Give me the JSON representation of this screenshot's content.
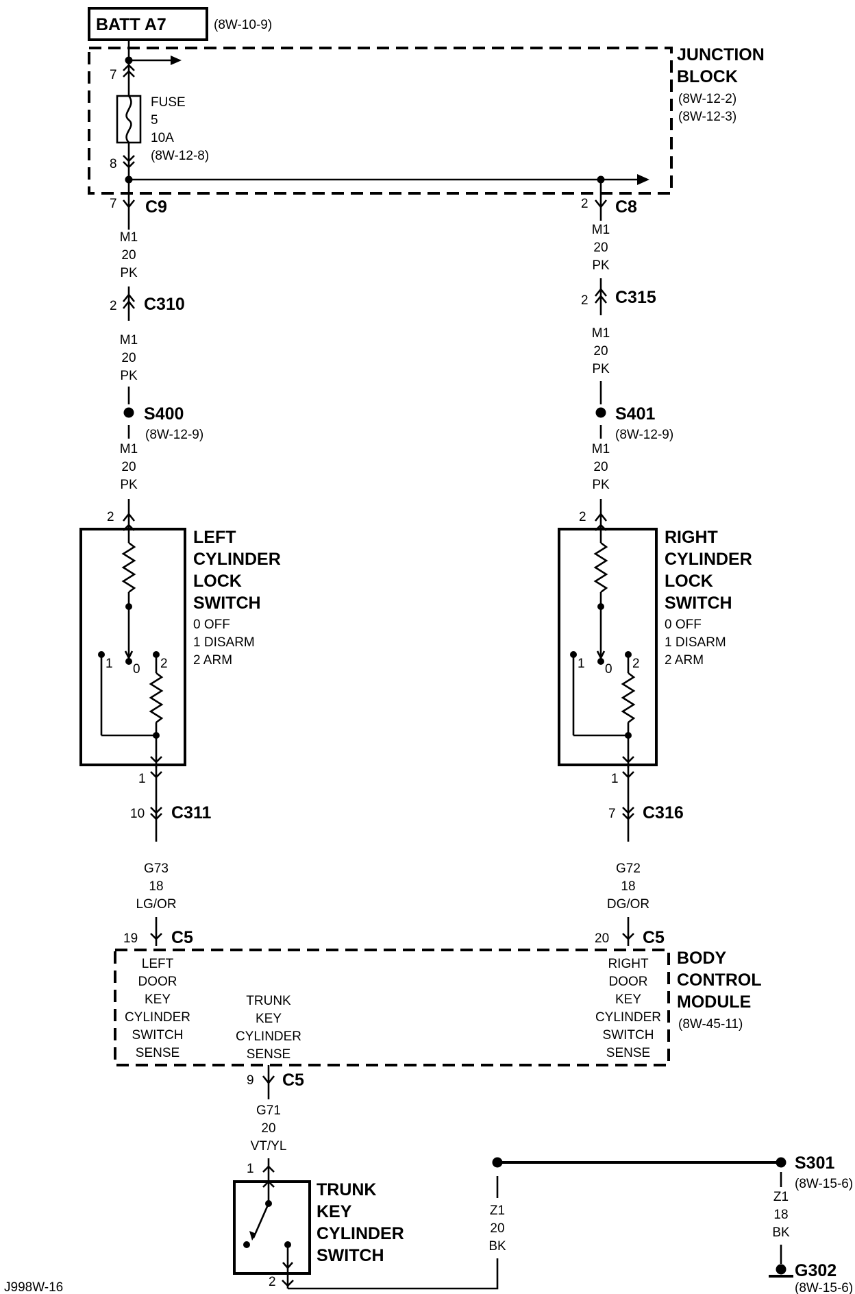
{
  "source": {
    "name": "BATT A7",
    "ref": "(8W-10-9)"
  },
  "junction_block": {
    "title1": "JUNCTION",
    "title2": "BLOCK",
    "ref1": "(8W-12-2)",
    "ref2": "(8W-12-3)",
    "fuse_label": "FUSE",
    "fuse_number": "5",
    "fuse_rating": "10A",
    "fuse_ref": "(8W-12-8)",
    "pin_in": "7",
    "pin_out": "8"
  },
  "connectors": {
    "c9": {
      "name": "C9",
      "pin": "7"
    },
    "c8": {
      "name": "C8",
      "pin": "2"
    },
    "c310": {
      "name": "C310",
      "pin": "2"
    },
    "c315": {
      "name": "C315",
      "pin": "2"
    },
    "c311": {
      "name": "C311",
      "pin": "10"
    },
    "c316": {
      "name": "C316",
      "pin": "7"
    },
    "c5_left": {
      "name": "C5",
      "pin": "19"
    },
    "c5_right": {
      "name": "C5",
      "pin": "20"
    },
    "c5_trunk": {
      "name": "C5",
      "pin": "9"
    }
  },
  "wires": {
    "m1_left_a": [
      "M1",
      "20",
      "PK"
    ],
    "m1_left_b": [
      "M1",
      "20",
      "PK"
    ],
    "m1_left_c": [
      "M1",
      "20",
      "PK"
    ],
    "m1_right_a": [
      "M1",
      "20",
      "PK"
    ],
    "m1_right_b": [
      "M1",
      "20",
      "PK"
    ],
    "m1_right_c": [
      "M1",
      "20",
      "PK"
    ],
    "g73": [
      "G73",
      "18",
      "LG/OR"
    ],
    "g72": [
      "G72",
      "18",
      "DG/OR"
    ],
    "g71": [
      "G71",
      "20",
      "VT/YL"
    ],
    "z1_a": [
      "Z1",
      "20",
      "BK"
    ],
    "z1_b": [
      "Z1",
      "18",
      "BK"
    ]
  },
  "splices": {
    "s400": {
      "name": "S400",
      "ref": "(8W-12-9)"
    },
    "s401": {
      "name": "S401",
      "ref": "(8W-12-9)"
    },
    "s301": {
      "name": "S301",
      "ref": "(8W-15-6)"
    },
    "g302": {
      "name": "G302",
      "ref": "(8W-15-6)"
    }
  },
  "left_switch": {
    "title": [
      "LEFT",
      "CYLINDER",
      "LOCK",
      "SWITCH"
    ],
    "states": [
      "0 OFF",
      "1 DISARM",
      "2 ARM"
    ],
    "pin_top": "2",
    "pin_bottom": "1",
    "pos": [
      "1",
      "0",
      "2"
    ]
  },
  "right_switch": {
    "title": [
      "RIGHT",
      "CYLINDER",
      "LOCK",
      "SWITCH"
    ],
    "states": [
      "0 OFF",
      "1 DISARM",
      "2 ARM"
    ],
    "pin_top": "2",
    "pin_bottom": "1",
    "pos": [
      "1",
      "0",
      "2"
    ]
  },
  "bcm": {
    "title": [
      "BODY",
      "CONTROL",
      "MODULE"
    ],
    "ref": "(8W-45-11)",
    "left_sense": [
      "LEFT",
      "DOOR",
      "KEY",
      "CYLINDER",
      "SWITCH",
      "SENSE"
    ],
    "trunk_sense": [
      "TRUNK",
      "KEY",
      "CYLINDER",
      "SENSE"
    ],
    "right_sense": [
      "RIGHT",
      "DOOR",
      "KEY",
      "CYLINDER",
      "SWITCH",
      "SENSE"
    ]
  },
  "trunk_switch": {
    "title": [
      "TRUNK",
      "KEY",
      "CYLINDER",
      "SWITCH"
    ],
    "pin_top": "1",
    "pin_bottom": "2"
  },
  "footer": "J998W-16"
}
